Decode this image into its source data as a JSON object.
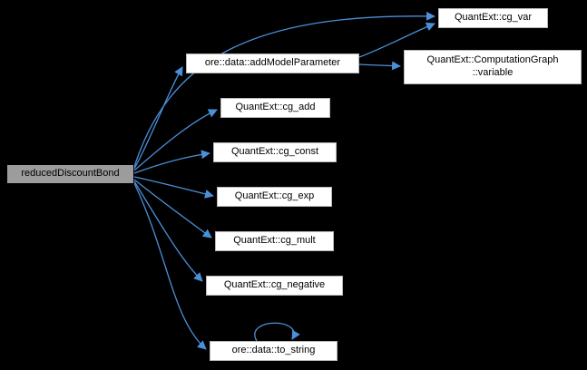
{
  "diagram": {
    "type": "call-graph",
    "root": "reducedDiscountBond",
    "nodes": [
      {
        "id": "reducedDiscountBond",
        "label": "reducedDiscountBond"
      },
      {
        "id": "cg_var",
        "label": "QuantExt::cg_var"
      },
      {
        "id": "addModelParameter",
        "label": "ore::data::addModelParameter"
      },
      {
        "id": "computation_graph_variable",
        "label": "QuantExt::ComputationGraph\n::variable"
      },
      {
        "id": "cg_add",
        "label": "QuantExt::cg_add"
      },
      {
        "id": "cg_const",
        "label": "QuantExt::cg_const"
      },
      {
        "id": "cg_exp",
        "label": "QuantExt::cg_exp"
      },
      {
        "id": "cg_mult",
        "label": "QuantExt::cg_mult"
      },
      {
        "id": "cg_negative",
        "label": "QuantExt::cg_negative"
      },
      {
        "id": "to_string",
        "label": "ore::data::to_string"
      }
    ],
    "edges": [
      {
        "from": "reducedDiscountBond",
        "to": "QuantExt::cg_var"
      },
      {
        "from": "reducedDiscountBond",
        "to": "ore::data::addModelParameter"
      },
      {
        "from": "reducedDiscountBond",
        "to": "QuantExt::cg_add"
      },
      {
        "from": "reducedDiscountBond",
        "to": "QuantExt::cg_const"
      },
      {
        "from": "reducedDiscountBond",
        "to": "QuantExt::cg_exp"
      },
      {
        "from": "reducedDiscountBond",
        "to": "QuantExt::cg_mult"
      },
      {
        "from": "reducedDiscountBond",
        "to": "QuantExt::cg_negative"
      },
      {
        "from": "reducedDiscountBond",
        "to": "ore::data::to_string"
      },
      {
        "from": "ore::data::addModelParameter",
        "to": "QuantExt::cg_var"
      },
      {
        "from": "ore::data::addModelParameter",
        "to": "QuantExt::ComputationGraph::variable"
      },
      {
        "from": "ore::data::to_string",
        "to": "ore::data::to_string"
      }
    ]
  },
  "colors": {
    "background": "#000000",
    "edge": "#4a90d9",
    "node_fill": "#ffffff",
    "node_border": "#b8b8b8",
    "root_fill": "#9c9c9c",
    "root_border": "#000000",
    "text": "#000000"
  }
}
